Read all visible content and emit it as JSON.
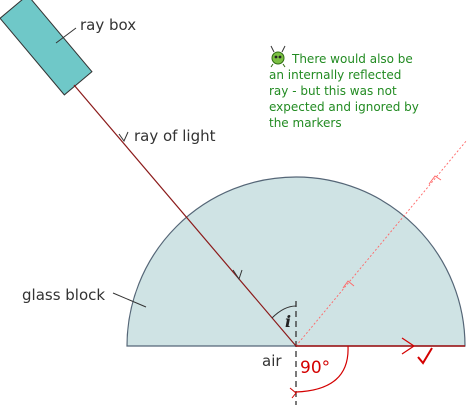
{
  "labels": {
    "ray_box": "ray box",
    "ray_of_light": "ray of light",
    "glass_block": "glass block",
    "air": "air",
    "angle_i": "i",
    "angle_90": "90°"
  },
  "note": {
    "lines": [
      "There would also be",
      "an internally reflected",
      "ray - but this was not",
      "expected and ignored by",
      "the markers"
    ]
  },
  "icons": {
    "note_icon": "alien-bug-icon",
    "tick": "red-checkmark-icon"
  },
  "colors": {
    "glass": "#cfe3e4",
    "ray": "#8b1a1a",
    "ray_box": "#6fc8c8",
    "annotation": "#d40000",
    "note_text": "#228B22"
  }
}
